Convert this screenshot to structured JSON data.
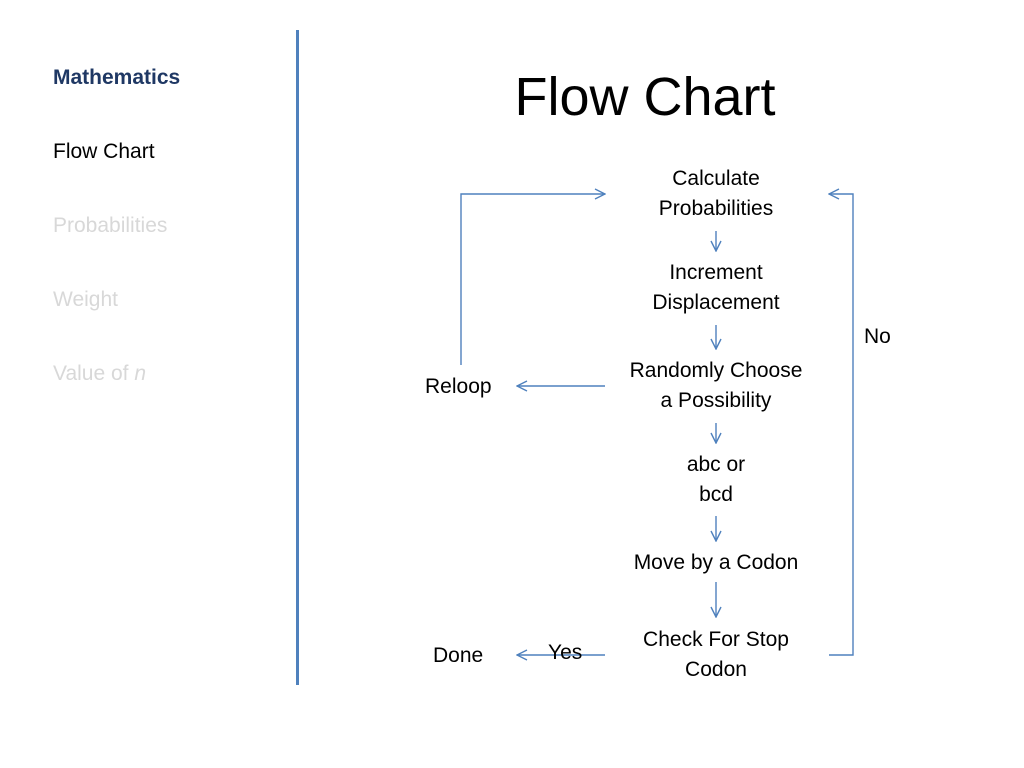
{
  "sidebar": {
    "section": "Mathematics",
    "items": [
      {
        "label": "Flow Chart",
        "state": "active"
      },
      {
        "label": "Probabilities",
        "state": "muted"
      },
      {
        "label": "Weight",
        "state": "muted"
      },
      {
        "label": "Value of ",
        "label_italic": "n",
        "state": "muted"
      }
    ]
  },
  "slide": {
    "title": "Flow Chart"
  },
  "flowchart": {
    "steps": [
      {
        "line1": "Calculate",
        "line2": "Probabilities"
      },
      {
        "line1": "Increment",
        "line2": "Displacement"
      },
      {
        "line1": "Randomly Choose",
        "line2": "a Possibility"
      },
      {
        "line1": "abc or",
        "line2": "bcd"
      },
      {
        "line1": "Move by a Codon",
        "line2": ""
      },
      {
        "line1": "Check For Stop",
        "line2": "Codon"
      }
    ],
    "reloop_label": "Reloop",
    "done_label": "Done",
    "yes_label": "Yes",
    "no_label": "No"
  },
  "colors": {
    "accent": "#4f81bd",
    "section_text": "#1f3864",
    "muted_text": "#d8d8d8"
  }
}
